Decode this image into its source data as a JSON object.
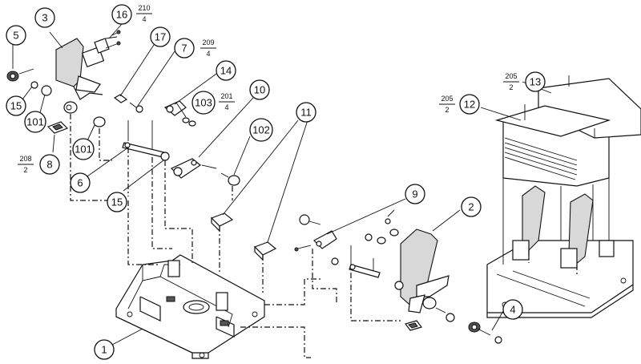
{
  "callouts": {
    "c1": "1",
    "c2": "2",
    "c3": "3",
    "c4": "4",
    "c5": "5",
    "c6": "6",
    "c7": "7",
    "c8": "8",
    "c9": "9",
    "c10": "10",
    "c11": "11",
    "c12": "12",
    "c13": "13",
    "c14": "14",
    "c15a": "15",
    "c15b": "15",
    "c16": "16",
    "c17": "17",
    "c101a": "101",
    "c101b": "101",
    "c102": "102",
    "c103": "103"
  },
  "fractions": {
    "f210": {
      "num": "210",
      "den": "4"
    },
    "f209": {
      "num": "209",
      "den": "4"
    },
    "f201": {
      "num": "201",
      "den": "4"
    },
    "f208": {
      "num": "208",
      "den": "2"
    },
    "f205a": {
      "num": "205",
      "den": "2"
    },
    "f205b": {
      "num": "205",
      "den": "2"
    }
  }
}
